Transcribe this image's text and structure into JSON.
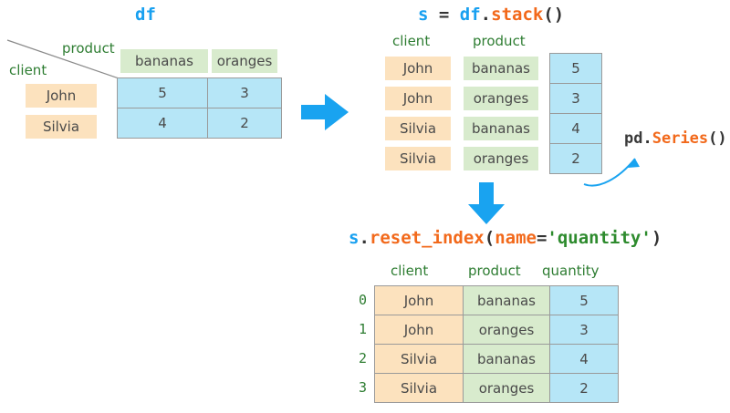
{
  "diagram": {
    "title_df": {
      "segments": [
        {
          "t": "df",
          "c": "var"
        }
      ]
    },
    "title_stack": {
      "segments": [
        {
          "t": "s",
          "c": "var"
        },
        {
          "t": " = ",
          "c": "punct"
        },
        {
          "t": "df",
          "c": "var"
        },
        {
          "t": ".",
          "c": "punct"
        },
        {
          "t": "stack",
          "c": "meth"
        },
        {
          "t": "()",
          "c": "punct"
        }
      ]
    },
    "title_reset": {
      "segments": [
        {
          "t": "s",
          "c": "var"
        },
        {
          "t": ".",
          "c": "punct"
        },
        {
          "t": "reset_index",
          "c": "meth"
        },
        {
          "t": "(",
          "c": "punct"
        },
        {
          "t": "name",
          "c": "meth"
        },
        {
          "t": "=",
          "c": "punct"
        },
        {
          "t": "'quantity'",
          "c": "str"
        },
        {
          "t": ")",
          "c": "punct"
        }
      ]
    },
    "annotation_series": {
      "segments": [
        {
          "t": "pd",
          "c": "plain"
        },
        {
          "t": ".",
          "c": "punct"
        },
        {
          "t": "Series",
          "c": "meth"
        },
        {
          "t": "()",
          "c": "punct"
        }
      ]
    }
  },
  "df_table": {
    "index_name": "client",
    "columns_name": "product",
    "columns": [
      "bananas",
      "oranges"
    ],
    "index": [
      "John",
      "Silvia"
    ],
    "values": [
      [
        5,
        3
      ],
      [
        4,
        2
      ]
    ]
  },
  "stacked_series": {
    "level_names": [
      "client",
      "product"
    ],
    "rows": [
      {
        "client": "John",
        "product": "bananas",
        "value": 5
      },
      {
        "client": "John",
        "product": "oranges",
        "value": 3
      },
      {
        "client": "Silvia",
        "product": "bananas",
        "value": 4
      },
      {
        "client": "Silvia",
        "product": "oranges",
        "value": 2
      }
    ]
  },
  "reset_table": {
    "headers": [
      "client",
      "product",
      "quantity"
    ],
    "index": [
      "0",
      "1",
      "2",
      "3"
    ],
    "rows": [
      {
        "client": "John",
        "product": "bananas",
        "quantity": 5
      },
      {
        "client": "John",
        "product": "oranges",
        "quantity": 3
      },
      {
        "client": "Silvia",
        "product": "bananas",
        "quantity": 4
      },
      {
        "client": "Silvia",
        "product": "oranges",
        "quantity": 2
      }
    ]
  },
  "colors": {
    "index_cell": "#FCE2BE",
    "column_cell": "#D8EBCD",
    "value_cell": "#B6E6F7",
    "arrow_blue": "#19A3F0",
    "label_green": "#2E7D32",
    "code_var": "#18A0F0",
    "code_method": "#F2691B",
    "code_string": "#2E8B2E",
    "cell_border": "#9a9a9a"
  },
  "arrows": {
    "right_arrow": "arrow-right-icon",
    "down_arrow": "arrow-down-icon",
    "curved_arrow": "curved-arrow-icon",
    "axis_split_line": "diagonal-split-line"
  }
}
